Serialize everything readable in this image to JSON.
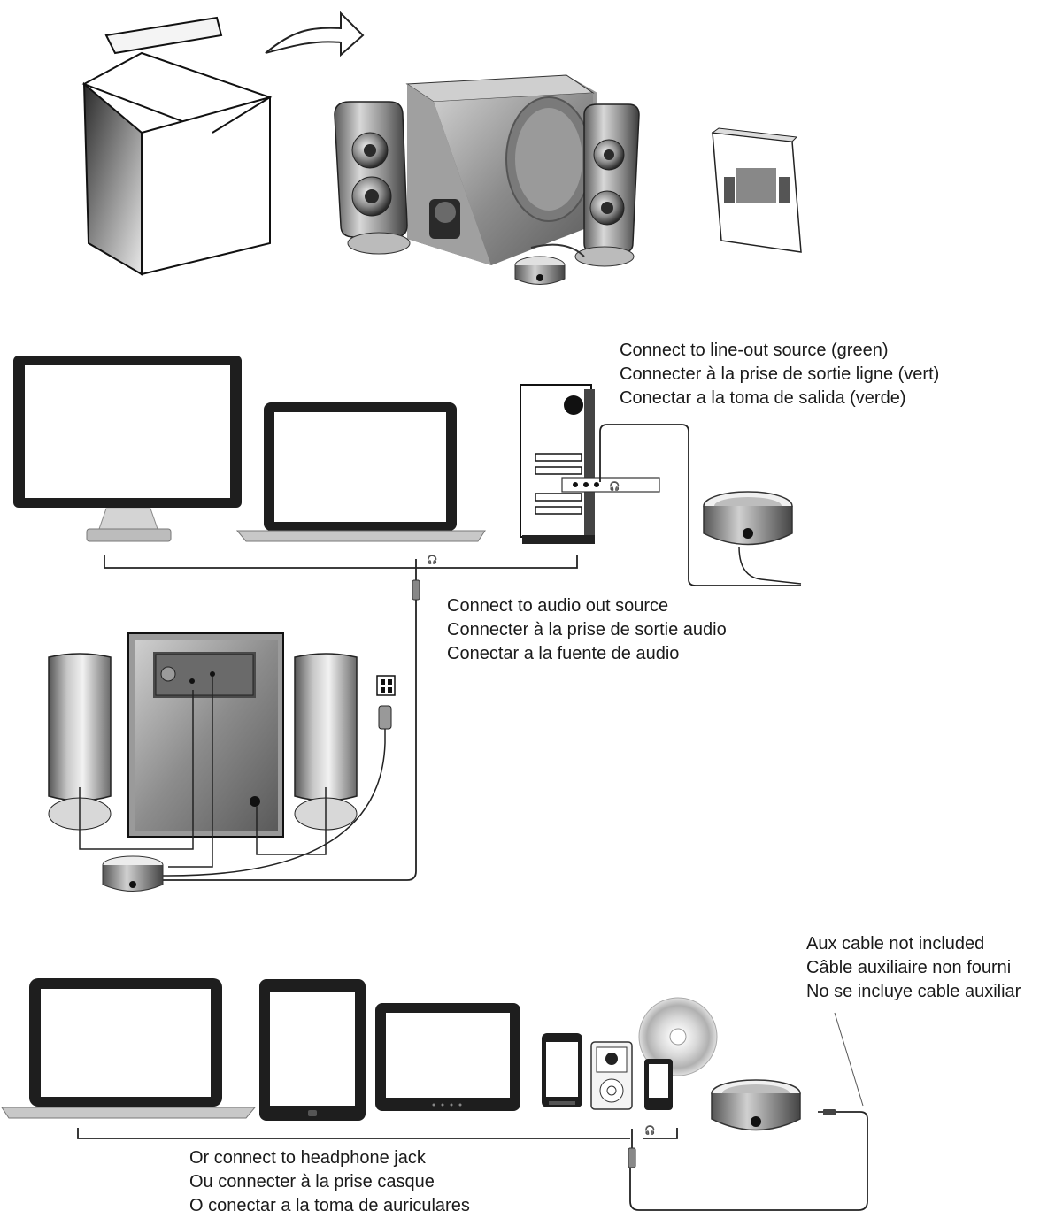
{
  "captions": {
    "lineout": [
      "Connect to line-out source (green)",
      "Connecter à la prise de sortie ligne (vert)",
      "Conectar a la toma de salida (verde)"
    ],
    "audioout": [
      "Connect to audio out source",
      "Connecter à la prise de sortie audio",
      "Conectar a la fuente de audio"
    ],
    "aux": [
      "Aux cable not included",
      "Câble auxiliaire non fourni",
      "No se incluye cable auxiliar"
    ],
    "headphone": [
      "Or connect to headphone jack",
      "Ou connecter à la prise casque",
      "O conectar a la toma de auriculares"
    ]
  },
  "icons": {
    "headphone_glyph": "🎧"
  }
}
